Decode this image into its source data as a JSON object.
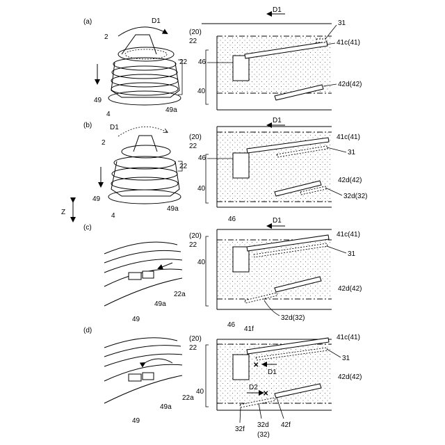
{
  "panels": [
    {
      "id": "a",
      "label": "(a)",
      "left": {
        "d1": "D1",
        "n2": "2",
        "n22": "22",
        "n49": "49",
        "n4": "4",
        "n49a": "49a"
      },
      "right": {
        "d1": "D1",
        "n20": "(20)",
        "n22": "22",
        "n46": "46",
        "n40": "40",
        "n31": "31",
        "n41": "41c(41)",
        "n42": "42d(42)"
      }
    },
    {
      "id": "b",
      "label": "(b)",
      "left": {
        "d1": "D1",
        "n2": "2",
        "n22": "22",
        "n49": "49",
        "n4": "4",
        "n49a": "49a"
      },
      "right": {
        "d1": "D1",
        "n20": "(20)",
        "n22": "22",
        "n46": "46",
        "n40": "40",
        "n41": "41c(41)",
        "n31": "31",
        "n42": "42d(42)",
        "n32": "32d(32)"
      }
    },
    {
      "id": "c",
      "label": "(c)",
      "left": {
        "n49a": "49a",
        "n22a": "22a",
        "n49": "49"
      },
      "right": {
        "d1": "D1",
        "n20": "(20)",
        "n22": "22",
        "n46": "46",
        "n40": "40",
        "n41": "41c(41)",
        "n31": "31",
        "n42": "42d(42)",
        "n32": "32d(32)"
      }
    },
    {
      "id": "d",
      "label": "(d)",
      "left": {
        "n22a": "22a",
        "n49a": "49a",
        "n49": "49"
      },
      "right": {
        "n46": "46",
        "n41f": "41f",
        "n20": "(20)",
        "n22": "22",
        "d1": "D1",
        "d2": "D2",
        "n40": "40",
        "n41": "41c(41)",
        "n31": "31",
        "n42": "42d(42)",
        "n32f": "32f",
        "n32d": "32d",
        "n32": "(32)",
        "n42f": "42f"
      }
    }
  ],
  "z_axis": "Z"
}
